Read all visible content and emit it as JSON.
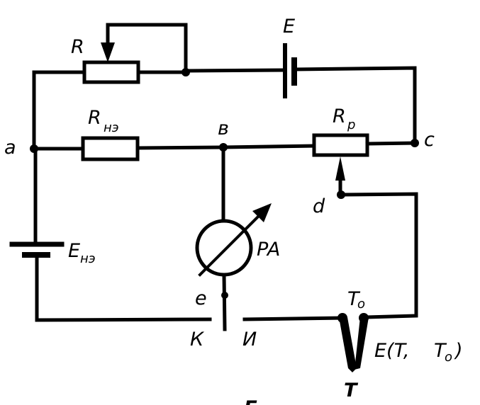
{
  "diagram": {
    "type": "potentiometric thermocouple measurement circuit",
    "components": {
      "rheostat": {
        "label": "R"
      },
      "battery_working": {
        "label": "E"
      },
      "standard_resistor": {
        "label_main": "R",
        "label_sub": "нэ"
      },
      "slide_wire": {
        "label_main": "R",
        "label_sub": "р"
      },
      "standard_cell": {
        "label_main": "E",
        "label_sub": "нэ"
      },
      "galvanometer": {
        "label": "PA"
      },
      "thermocouple": {
        "label": "E(T,",
        "label_sub_t": "T",
        "label_sub_o": "o",
        "label_close": ")",
        "cold_junction_main": "T",
        "cold_junction_sub": "o",
        "hot_junction": "T"
      }
    },
    "nodes": {
      "a": "a",
      "b": "в",
      "c": "c",
      "d": "d",
      "e": "e",
      "K": "К",
      "I": "И"
    },
    "figure_caption_fragment": "Г"
  }
}
